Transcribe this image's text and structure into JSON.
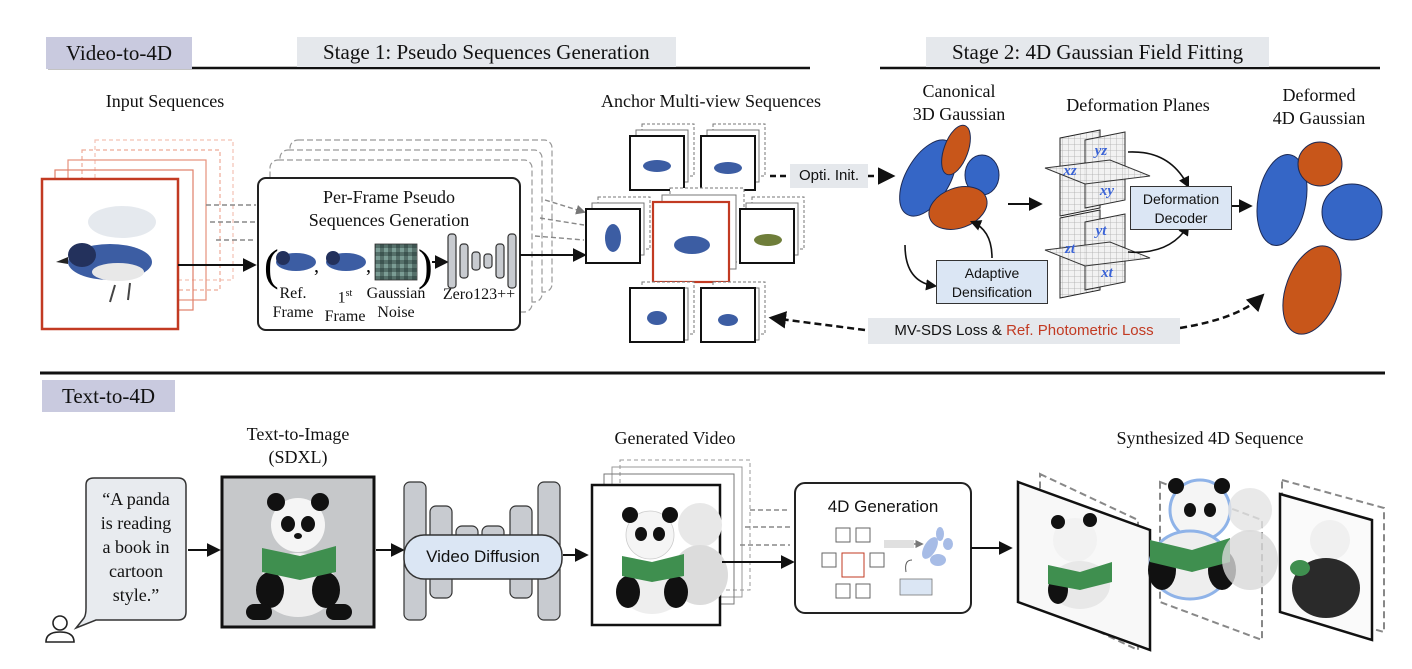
{
  "top": {
    "section_label": "Video-to-4D",
    "stage1_label": "Stage 1: Pseudo Sequences Generation",
    "stage2_label": "Stage 2: 4D Gaussian Field Fitting",
    "input_sequences": "Input Sequences",
    "per_frame_line1": "Per-Frame Pseudo",
    "per_frame_line2": "Sequences Generation",
    "ref_frame_line1": "Ref.",
    "ref_frame_line2": "Frame",
    "first_frame_num": "1",
    "first_frame_sup": "st",
    "first_frame_line2": "Frame",
    "gaussian_noise_line1": "Gaussian",
    "gaussian_noise_line2": "Noise",
    "zero123": "Zero123++",
    "anchor_mv": "Anchor Multi-view Sequences",
    "opti_init": "Opti. Init.",
    "canonical_line1": "Canonical",
    "canonical_line2": "3D Gaussian",
    "deformation_planes": "Deformation Planes",
    "deformed_line1": "Deformed",
    "deformed_line2": "4D Gaussian",
    "plane_yz": "yz",
    "plane_xz": "xz",
    "plane_xy": "xy",
    "plane_yt": "yt",
    "plane_zt": "zt",
    "plane_xt": "xt",
    "deformation_decoder_line1": "Deformation",
    "deformation_decoder_line2": "Decoder",
    "adaptive_line1": "Adaptive",
    "adaptive_line2": "Densification",
    "mvsds_loss": "MV-SDS Loss &",
    "ref_photo_loss": "Ref. Photometric Loss"
  },
  "bottom": {
    "section_label": "Text-to-4D",
    "t2i_line1": "Text-to-Image",
    "t2i_line2": "(SDXL)",
    "prompt_line1": "“A panda",
    "prompt_line2": "is reading",
    "prompt_line3": "a book in",
    "prompt_line4": "cartoon",
    "prompt_line5": "style.”",
    "generated_video": "Generated Video",
    "video_diffusion": "Video Diffusion",
    "four_d_generation": "4D Generation",
    "synth_4d": "Synthesized 4D Sequence"
  },
  "colors": {
    "section_tag_bg": "#c9cadf",
    "stage_tag_bg": "#e5e8ec",
    "gaussian_orange": "#c8561a",
    "gaussian_blue": "#3566c6",
    "ref_red": "#c23a22",
    "decoder_box": "#dbe6f4",
    "plane_label_blue": "#3a63d6"
  },
  "icons": [
    "bird-image",
    "panda-image",
    "user-icon",
    "speech-bubble",
    "unet-icon",
    "noise-icon"
  ]
}
